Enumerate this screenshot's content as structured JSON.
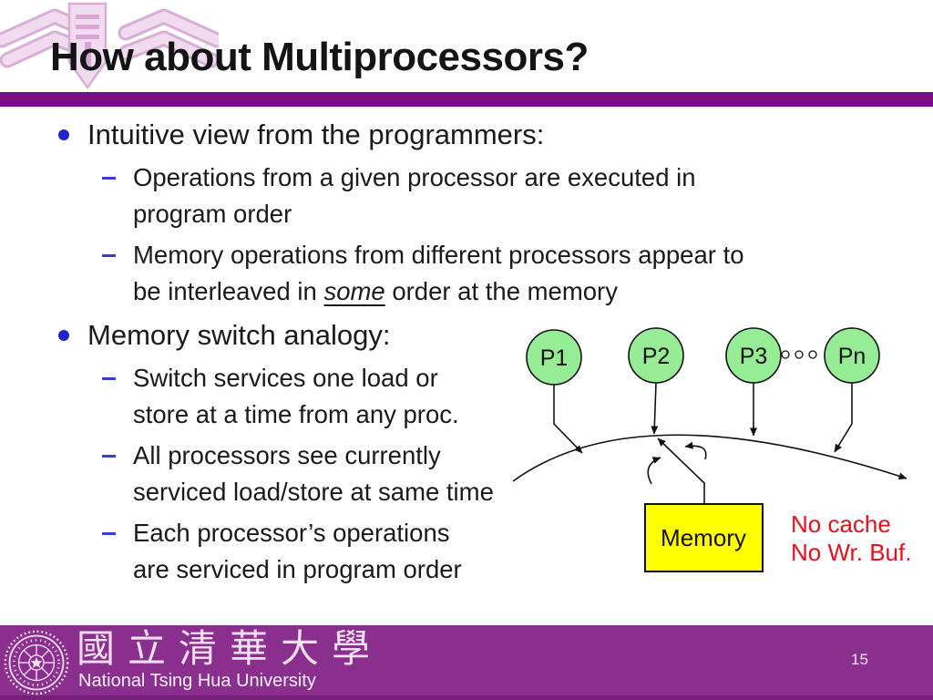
{
  "header": {
    "title": "How about Multiprocessors?"
  },
  "bullets": [
    {
      "level": 1,
      "text": "Intuitive view from the programmers:"
    },
    {
      "level": 2,
      "line1": "Operations from a given processor are executed in",
      "line2": "program order"
    },
    {
      "level": 2,
      "line1": "Memory operations from different processors appear to",
      "line2_prefix": "be interleaved in ",
      "line2_em": "some",
      "line2_suffix": " order at the memory"
    },
    {
      "level": 1,
      "text": "Memory switch analogy:"
    },
    {
      "level": 2,
      "line1": "Switch services one load or",
      "line2": "store at a time from any proc."
    },
    {
      "level": 2,
      "line1": "All processors see currently",
      "line2": "serviced load/store at same time"
    },
    {
      "level": 2,
      "line1": "Each processor’s operations",
      "line2": "are serviced in program order"
    }
  ],
  "diagram": {
    "processors": [
      "P1",
      "P2",
      "P3",
      "Pn"
    ],
    "memory_label": "Memory",
    "annotation": {
      "line1": "No cache",
      "line2": "No Wr. Buf."
    }
  },
  "footer": {
    "university_zh": "國立清華大學",
    "university_en": "National Tsing Hua University",
    "page_number": "15"
  },
  "icons": {
    "nthu-wing-logo-icon": "pink winged university emblem watermark",
    "university-seal-icon": "circular university seal",
    "bullet-dot-icon": "blue round bullet",
    "dash-icon": "blue sub-bullet dash",
    "ellipsis-dots-icon": "three small circles between P3 and Pn",
    "rotation-arrow-icon": "curved switch-rotation arrow"
  },
  "colors": {
    "title_bar_purple": "#7a0d85",
    "footer_purple": "#8b2f8f",
    "bullet_blue": "#2424cc",
    "processor_green": "#97ed95",
    "memory_yellow": "#ffff00",
    "annotation_red": "#e8101c",
    "logo_pink": "#f0dbef"
  }
}
